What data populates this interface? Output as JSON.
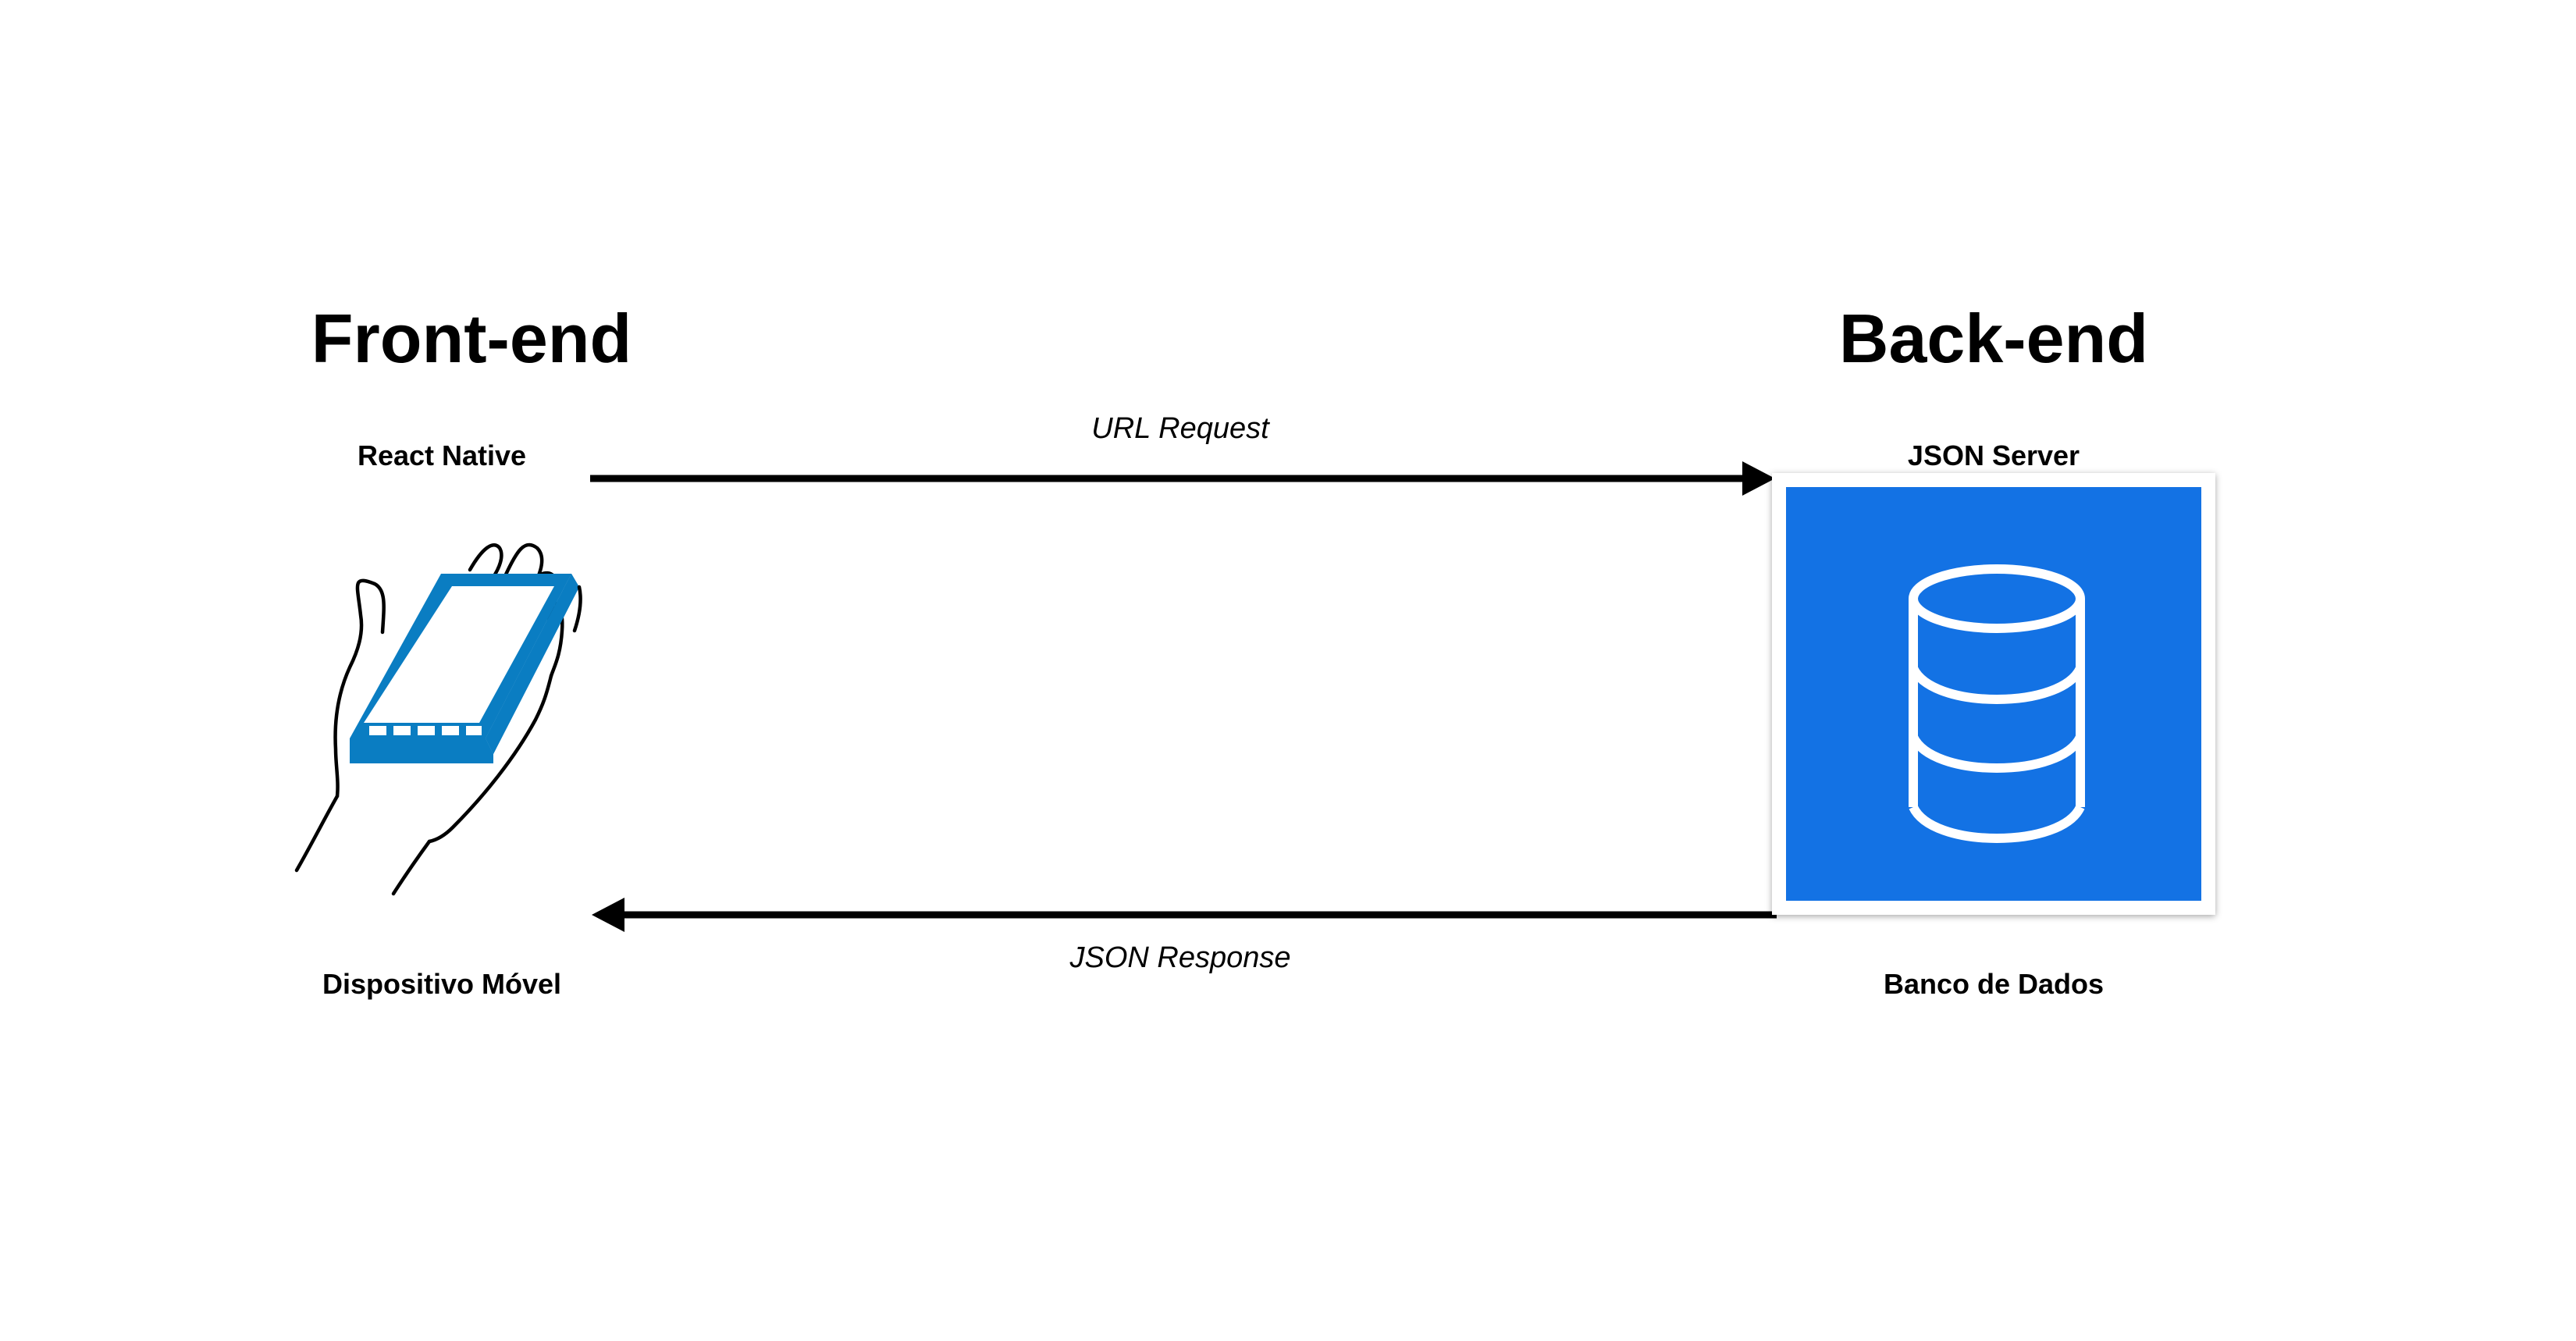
{
  "frontend": {
    "heading": "Front-end",
    "tech_label": "React Native",
    "device_label": "Dispositivo Móvel",
    "icon": "hand-holding-phone-icon"
  },
  "backend": {
    "heading": "Back-end",
    "tech_label": "JSON Server",
    "storage_label": "Banco de Dados",
    "icon": "database-icon"
  },
  "flows": {
    "request_label": "URL Request",
    "response_label": "JSON Response"
  },
  "colors": {
    "phone_blue": "#0A7DC2",
    "db_blue": "#1372E4",
    "arrow": "#000000"
  }
}
